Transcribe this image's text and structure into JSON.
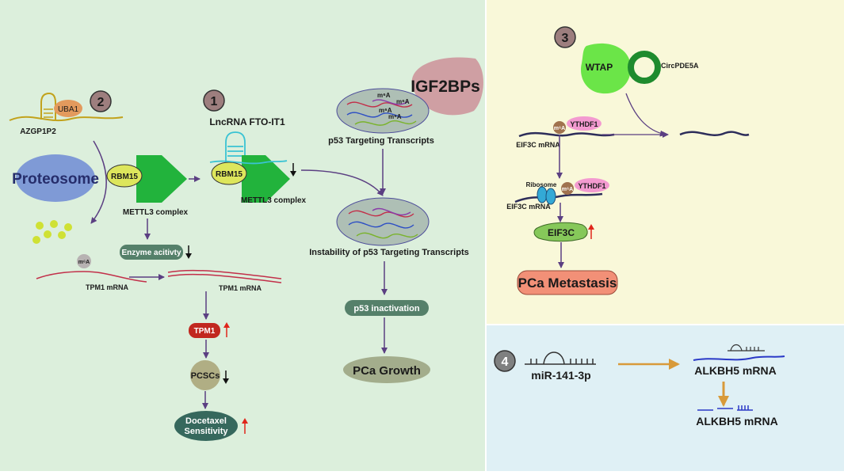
{
  "markers": {
    "m1": "1",
    "m2": "2",
    "m3": "3",
    "m4": "4"
  },
  "panel_left": {
    "uba1": "UBA1",
    "azgp1p2": "AZGP1P2",
    "proteosome": "Proteosome",
    "rbm15": "RBM15",
    "mettl3_complex": "METTL3 complex",
    "lncrna": "LncRNA FTO-IT1",
    "enzyme_activity": "Enzyme acitivty",
    "m6a": "m⁶A",
    "tpm1_mrna": "TPM1 mRNA",
    "tpm1": "TPM1",
    "pcscs": "PCSCs",
    "docetaxel_line1": "Docetaxel",
    "docetaxel_line2": "Sensitivity",
    "igf2bps": "IGF2BPs",
    "p53_targeting": "p53 Targeting Transcripts",
    "instability": "Instability of p53 Targeting Transcripts",
    "p53_inactivation": "p53 inactivation",
    "pca_growth": "PCa  Growth"
  },
  "panel_3": {
    "wtap": "WTAP",
    "circpde5a": "CircPDE5A",
    "ythdf1": "YTHDF1",
    "eif3c_mrna": "EIF3C mRNA",
    "ribosome": "Ribosome",
    "eif3c": "EIF3C",
    "pca_metastasis": "PCa Metastasis"
  },
  "panel_4": {
    "mir": "miR-141-3p",
    "alkbh5_mrna": "ALKBH5 mRNA"
  },
  "colors": {
    "left_bg": "#dcefdc",
    "top_right_bg": "#f9f8d9",
    "bottom_right_bg": "#dff0f5",
    "green": "#22b33c",
    "purple_arrow": "#5b3f82",
    "orange_arrow": "#d89a3a",
    "red_up": "#e0251b"
  }
}
